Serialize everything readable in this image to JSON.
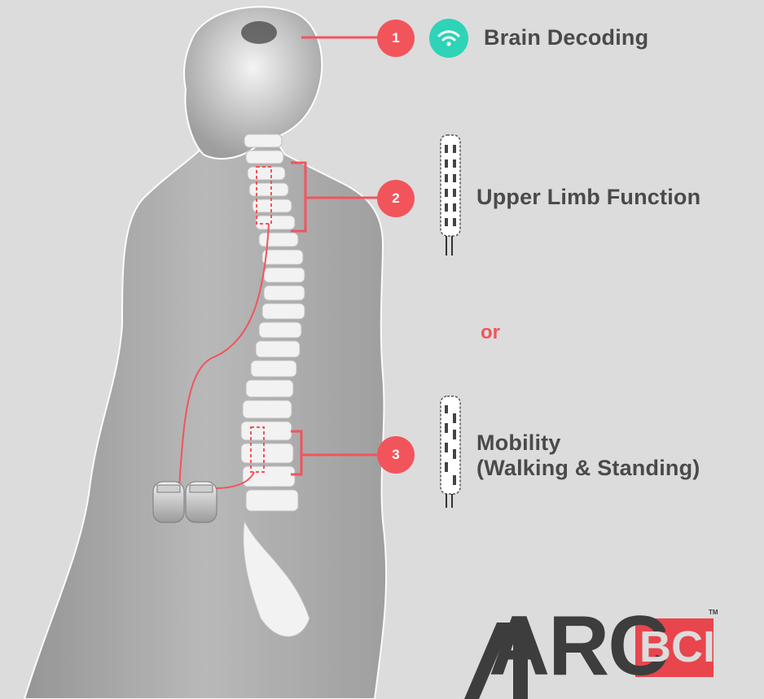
{
  "items": [
    {
      "number": "1",
      "label": "Brain Decoding"
    },
    {
      "number": "2",
      "label": "Upper Limb Function"
    },
    {
      "number": "3",
      "label_line1": "Mobility",
      "label_line2": "(Walking & Standing)"
    }
  ],
  "separator": "or",
  "logo": {
    "arc": "ARC",
    "bci": "BCI",
    "tm": "TM"
  },
  "colors": {
    "accent": "#f2545b",
    "wifi": "#2dd4b7",
    "text": "#4a4a4a",
    "background": "#dcdcdc",
    "logo_dark": "#3d3d3d"
  },
  "icons": {
    "wifi": "wifi-icon",
    "electrode_upper": "electrode-array-icon",
    "electrode_lower": "electrode-array-icon"
  }
}
